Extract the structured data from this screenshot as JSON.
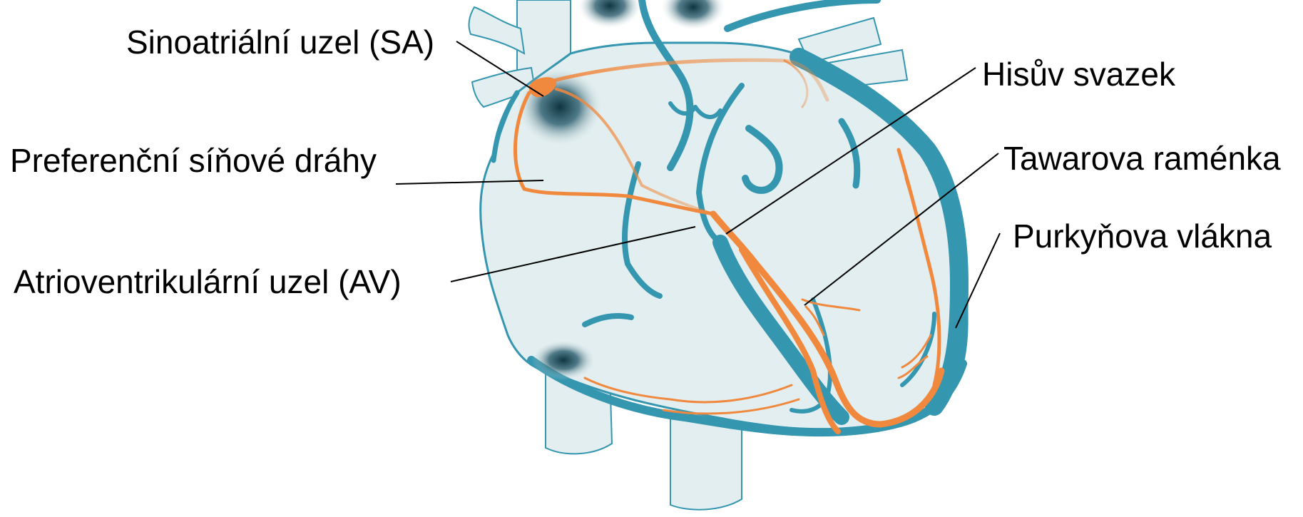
{
  "labels": {
    "sa_node": "Sinoatriální uzel (SA)",
    "atrial_pathways": "Preferenční síňové dráhy",
    "av_node": "Atrioventrikulární uzel (AV)",
    "his_bundle": "Hisův svazek",
    "bundle_branches": "Tawarova raménka",
    "purkinje_fibers": "Purkyňova vlákna"
  },
  "colors": {
    "heart_fill": "#e2eeef",
    "muscle": "#3596b0",
    "conduction": "#f0883e",
    "label_text": "#000000",
    "leader_line": "#000000"
  }
}
